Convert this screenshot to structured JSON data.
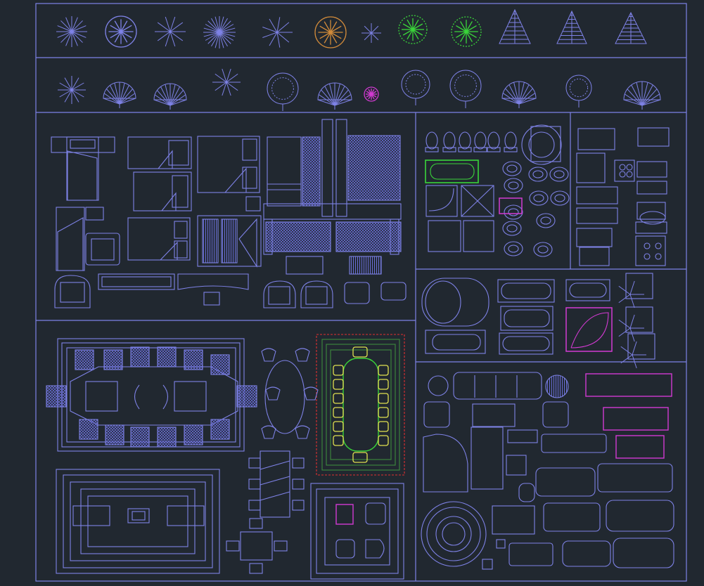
{
  "canvas": {
    "background": "#212830",
    "colors": {
      "line": "#7e82e6",
      "line_dim": "#5d61b8",
      "fill": "#6a6ed8",
      "orange": "#d08a3a",
      "green": "#3ad43a",
      "magenta": "#d23ad2",
      "yellow": "#e0e050",
      "red": "#e03030",
      "dark_green": "#3d8a3d"
    }
  },
  "panels": [
    {
      "name": "trees-plan-row",
      "content": "tree-symbols"
    },
    {
      "name": "trees-elevation-row",
      "content": "tree-elevations"
    },
    {
      "name": "bedroom-block",
      "content": "beds-sofas"
    },
    {
      "name": "bathroom-block",
      "content": "sanitary-fixtures"
    },
    {
      "name": "kitchen-block",
      "content": "kitchen-fixtures"
    },
    {
      "name": "bathtub-block",
      "content": "bathtubs"
    },
    {
      "name": "dining-block",
      "content": "dining-tables-rugs"
    },
    {
      "name": "living-block",
      "content": "living-room-furniture"
    }
  ]
}
